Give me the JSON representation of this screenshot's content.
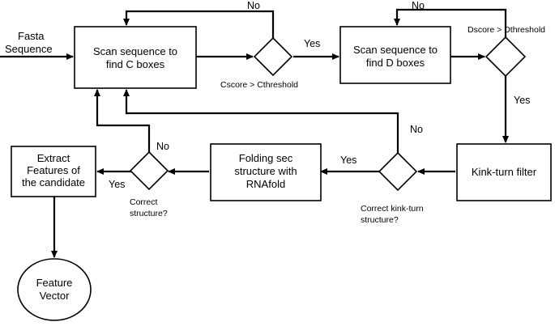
{
  "input": {
    "line1": "Fasta",
    "line2": "Sequence"
  },
  "nodes": {
    "scan_c": {
      "line1": "Scan sequence to",
      "line2": "find C boxes"
    },
    "scan_d": {
      "line1": "Scan sequence to",
      "line2": "find D boxes"
    },
    "kink_filter": {
      "line1": "Kink-turn filter"
    },
    "folding": {
      "line1": "Folding sec",
      "line2": "structure  with",
      "line3": "RNAfold"
    },
    "extract": {
      "line1": "Extract",
      "line2": "Features of",
      "line3": "the candidate"
    },
    "feature_vector": {
      "line1": "Feature",
      "line2": "Vector"
    }
  },
  "decisions": {
    "cscore": {
      "line1": "Cscore > Cthreshold"
    },
    "dscore": {
      "line1": "Dscore > Dthreshold"
    },
    "kink_structure": {
      "line1": "Correct kink-turn",
      "line2": "structure?"
    },
    "correct_structure": {
      "line1": "Correct",
      "line2": "structure?"
    }
  },
  "edge_labels": {
    "cscore_yes": "Yes",
    "cscore_no": "No",
    "dscore_yes": "Yes",
    "dscore_no": "No",
    "kink_yes": "Yes",
    "kink_no": "No",
    "correct_yes": "Yes",
    "correct_no": "No"
  }
}
